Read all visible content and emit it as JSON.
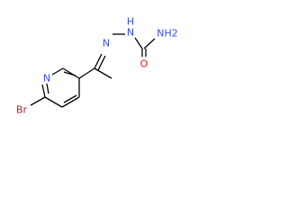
{
  "molecule": {
    "atoms": {
      "bromine": "Br",
      "pyridine_nitrogen": "N",
      "hydrazone_n1": "N",
      "hydrazone_n2": "N",
      "hydrazide_nh": "H",
      "carbonyl_oxygen": "O",
      "amide_nh2": "NH2"
    },
    "colors": {
      "bond": "#000000",
      "carbon_text": "#000000",
      "nitrogen": "#3050f8",
      "oxygen": "#ff0d0d",
      "bromine": "#a62929"
    }
  }
}
